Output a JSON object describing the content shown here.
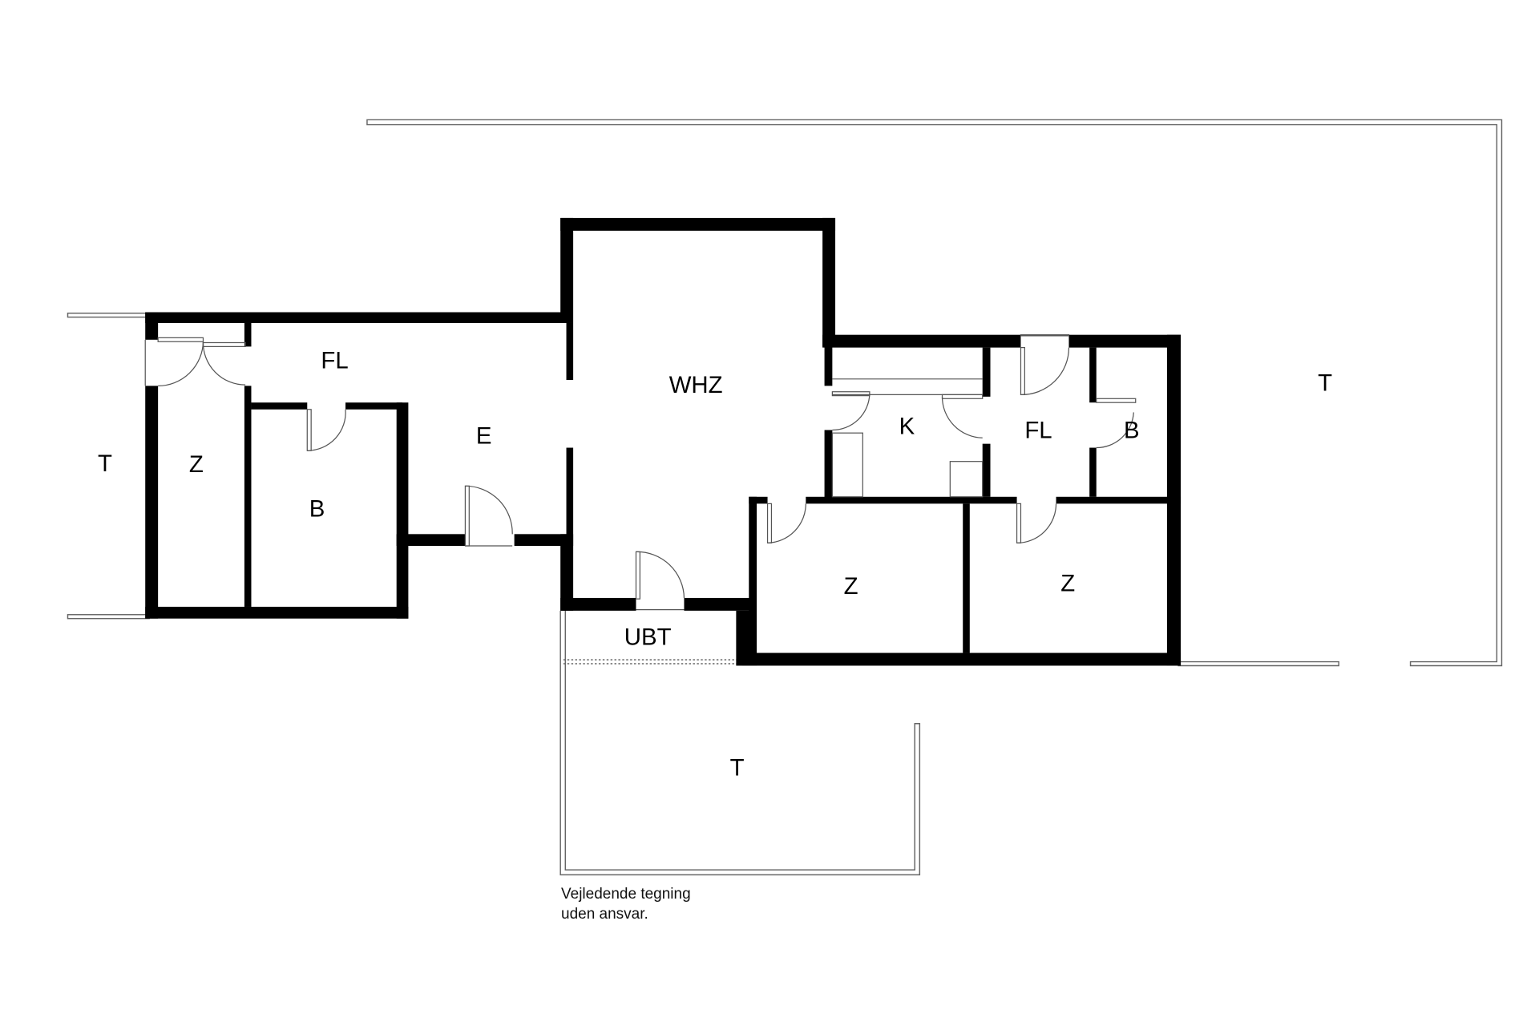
{
  "drawing": {
    "type": "floor-plan",
    "background_color": "#ffffff",
    "wall_color": "#000000",
    "outline_color": "#666666"
  },
  "rooms": {
    "terrace_left": "T",
    "z_left": "Z",
    "fl_left": "FL",
    "b_left": "B",
    "e_entrance": "E",
    "whz_living": "WHZ",
    "k_kitchen": "K",
    "fl_right": "FL",
    "b_right": "B",
    "z_middle": "Z",
    "z_right": "Z",
    "ubt": "UBT",
    "terrace_bottom": "T",
    "terrace_right": "T"
  },
  "note": {
    "line1": "Vejledende tegning",
    "line2": "uden ansvar."
  }
}
